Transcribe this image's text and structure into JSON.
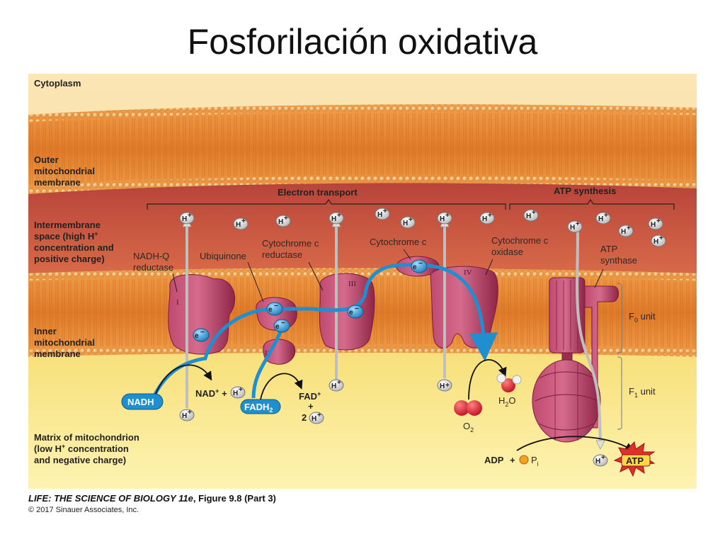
{
  "title": "Fosforilación oxidativa",
  "regions": {
    "cytoplasm": "Cytoplasm",
    "outer_membrane": [
      "Outer",
      "mitochondrial",
      "membrane"
    ],
    "intermembrane": [
      "Intermembrane",
      "space (high H",
      "concentration and",
      "positive charge)"
    ],
    "inner_membrane": [
      "Inner",
      "mitochondrial",
      "membrane"
    ],
    "matrix": [
      "Matrix of mitochondrion",
      "(low H",
      "concentration",
      "and negative charge)"
    ]
  },
  "sections": {
    "electron_transport": "Electron transport",
    "atp_synthesis": "ATP synthesis"
  },
  "complexes": {
    "nadh_q": [
      "NADH-Q",
      "reductase"
    ],
    "ubiquinone": "Ubiquinone",
    "cyt_c_reductase": [
      "Cytochrome c",
      "reductase"
    ],
    "cyt_c": "Cytochrome c",
    "cyt_c_oxidase": [
      "Cytochrome c",
      "oxidase"
    ],
    "atp_synthase": [
      "ATP",
      "synthase"
    ]
  },
  "numerals": {
    "I": "I",
    "II": "II",
    "III": "III",
    "IV": "IV"
  },
  "units": {
    "f0": "F",
    "f0_sub": "0",
    "f1": "F",
    "f1_sub": "1",
    "unit": "unit"
  },
  "molecules": {
    "nadh": "NADH",
    "nad": "NAD",
    "fadh2": "FADH",
    "fadh2_sub": "2",
    "fad": "FAD",
    "plus": "+",
    "two": "2",
    "o2": "O",
    "o2_sub": "2",
    "h2o_h": "H",
    "h2o_sub": "2",
    "h2o_o": "O",
    "adp": "ADP",
    "pi": "P",
    "pi_sub": "i",
    "atp": "ATP",
    "electron": "e",
    "proton": "H",
    "plus_sup": "+",
    "minus_sup": "−"
  },
  "credit": {
    "book": "LIFE: THE SCIENCE OF BIOLOGY 11e",
    "figure": ", Figure 9.8 (Part 3)",
    "copyright": "© 2017 Sinauer Associates, Inc."
  },
  "colors": {
    "cytoplasm": "#f7d89a",
    "outer_membrane": "#e8892f",
    "intermembrane": "#c9553f",
    "inner_membrane": "#e8892f",
    "matrix": "#fbe98a",
    "protein": "#b5385f",
    "electron_path": "#1f8fd0",
    "proton_arrow": "#e8e8e8",
    "atp_burst": "#e0302a"
  }
}
